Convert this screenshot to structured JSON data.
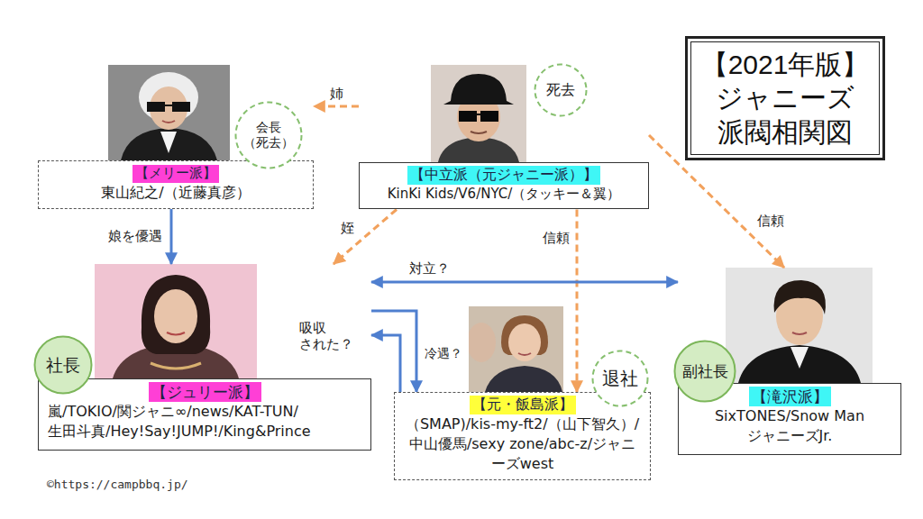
{
  "diagram": {
    "title": "【2021年版】 ジャニーズ 派閥相関図",
    "nodes": [
      {
        "text": [
          "【メリー派】",
          "東山紀之/（近藤真彦）"
        ]
      },
      {
        "text": [
          "会長 （死去）"
        ]
      },
      {
        "text": [
          "【中立派（元ジャニー派）】",
          "KinKi Kids/V6/NYC/（タッキー＆翼）"
        ]
      },
      {
        "text": [
          "死去"
        ]
      },
      {
        "text": [
          "【ジュリー派】",
          "嵐/TOKIO/関ジャニ∞/news/KAT-TUN/ 生田斗真/Hey!Say!JUMP!/King&Prince"
        ]
      },
      {
        "text": [
          "社長"
        ]
      },
      {
        "text": [
          "【元・飯島派】",
          "（SMAP)/kis-my-ft2/（山下智久）/中山優馬/sexy zone/abc-z/ジャニーズwest"
        ]
      },
      {
        "text": [
          "退社"
        ]
      },
      {
        "text": [
          "【滝沢派】",
          "SixTONES/Snow Man ジャニーズJr."
        ]
      },
      {
        "text": [
          "副社長"
        ]
      }
    ],
    "edges": [
      {
        "from": 2,
        "to": 0,
        "label": "姉",
        "arrow": "to"
      },
      {
        "from": 0,
        "to": 4,
        "label": "娘を優遇",
        "arrow": "to"
      },
      {
        "from": 2,
        "to": 4,
        "label": "姪",
        "arrow": "to"
      },
      {
        "from": 2,
        "to": 6,
        "label": "信頼",
        "arrow": "to"
      },
      {
        "from": 2,
        "to": 8,
        "label": "信頼",
        "arrow": "to"
      },
      {
        "from": 4,
        "to": 8,
        "label": "対立？",
        "arrow": "both"
      },
      {
        "from": 6,
        "to": 4,
        "label": "吸収 された？",
        "arrow": "to"
      },
      {
        "from": 4,
        "to": 6,
        "label": "冷遇？",
        "arrow": "to"
      }
    ],
    "labels": [
      "©https://campbbq.jp/"
    ]
  }
}
